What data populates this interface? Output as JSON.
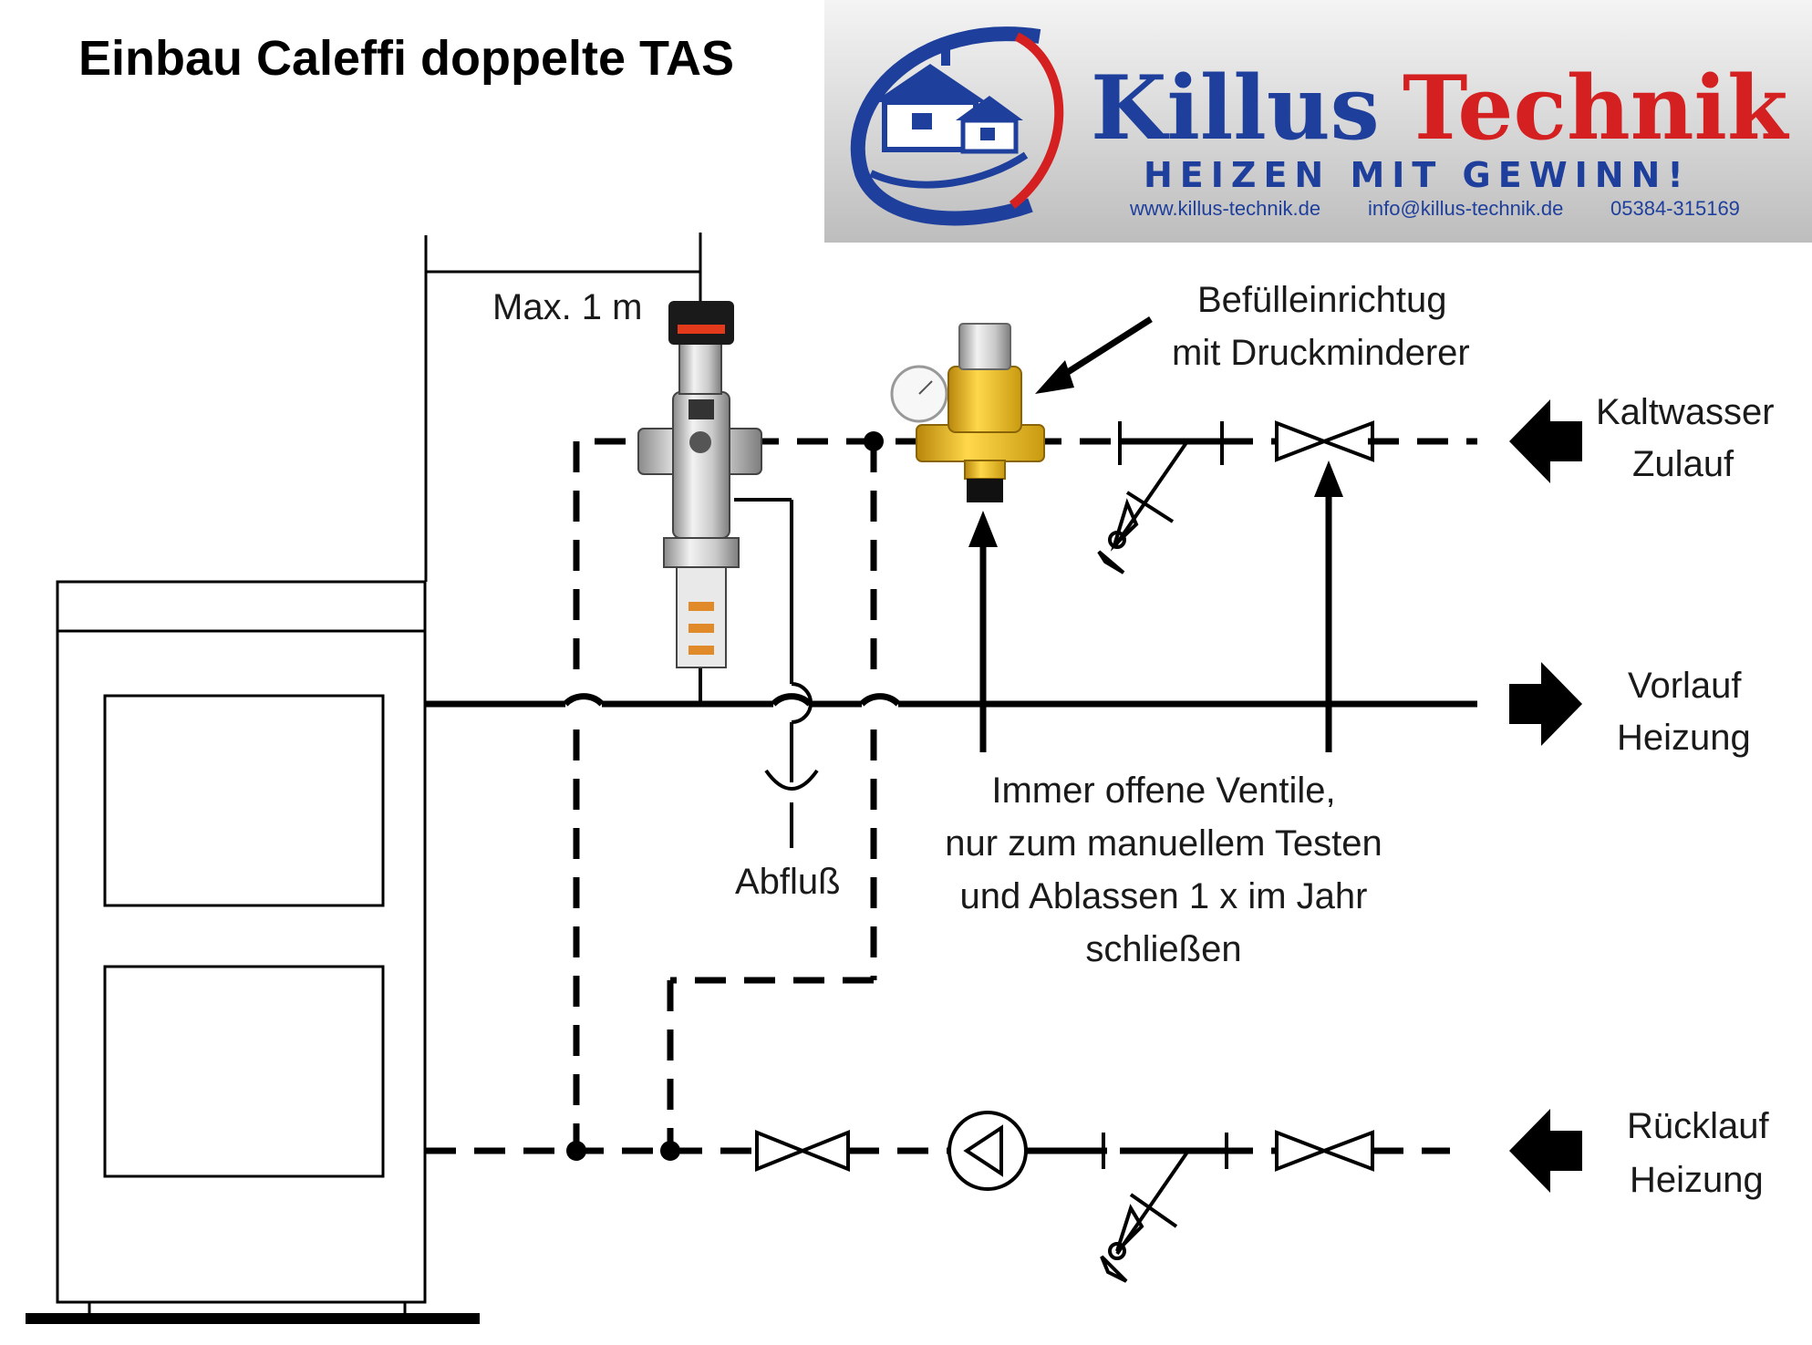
{
  "title": "Einbau Caleffi doppelte TAS",
  "logo": {
    "brand_left": "Killus",
    "brand_right": "Technik",
    "slogan": "HEIZEN MIT GEWINN!",
    "website": "www.killus-technik.de",
    "email": "info@killus-technik.de",
    "phone": "05384-315169",
    "colors": {
      "blue": "#1f3f9c",
      "red": "#d42020"
    }
  },
  "labels": {
    "max_distance": "Max. 1 m",
    "filling_line1": "Befülleinrichtug",
    "filling_line2": "mit Druckminderer",
    "cold_line1": "Kaltwasser",
    "cold_line2": "Zulauf",
    "flow_line1": "Vorlauf",
    "flow_line2": "Heizung",
    "return_line1": "Rücklauf",
    "return_line2": "Heizung",
    "drain": "Abfluß",
    "note_line1": "Immer offene Ventile,",
    "note_line2": "nur zum manuellem Testen",
    "note_line3": "und Ablassen 1 x im Jahr",
    "note_line4": "schließen"
  },
  "colors": {
    "valve_brass": "#e6b21a",
    "tas_cap": "#e23a1a"
  }
}
